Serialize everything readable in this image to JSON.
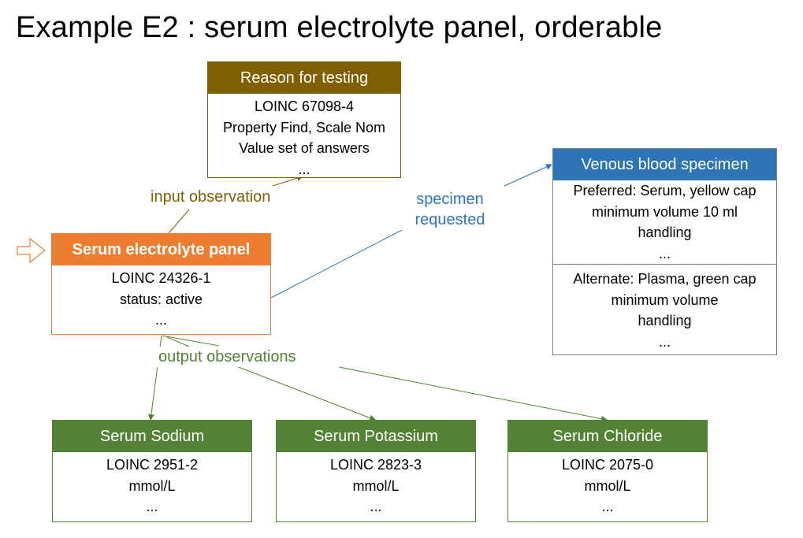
{
  "title": "Example E2 : serum electrolyte panel, orderable",
  "colors": {
    "reason": "#7f6000",
    "panel": "#ed7d31",
    "specimen": "#2e75b6",
    "output": "#548235",
    "box_border_gray": "#7f7f7f"
  },
  "reason_box": {
    "header": "Reason for testing",
    "lines": [
      "LOINC 67098-4",
      "Property Find, Scale Nom",
      "Value set of answers",
      "..."
    ]
  },
  "panel_box": {
    "header": "Serum electrolyte panel",
    "lines": [
      "LOINC 24326-1",
      "status: active",
      "..."
    ]
  },
  "specimen_box": {
    "header": "Venous blood specimen",
    "preferred": [
      "Preferred: Serum, yellow cap",
      "minimum volume 10 ml",
      "handling",
      "..."
    ],
    "alternate": [
      "Alternate: Plasma, green cap",
      "minimum volume",
      "handling",
      "..."
    ]
  },
  "outputs": [
    {
      "header": "Serum Sodium",
      "lines": [
        "LOINC 2951-2",
        "mmol/L",
        "..."
      ]
    },
    {
      "header": "Serum Potassium",
      "lines": [
        "LOINC 2823-3",
        "mmol/L",
        "..."
      ]
    },
    {
      "header": "Serum Chloride",
      "lines": [
        "LOINC 2075-0",
        "mmol/L",
        "..."
      ]
    }
  ],
  "labels": {
    "input": "input observation",
    "specimen": [
      "specimen",
      "requested"
    ],
    "output": "output observations"
  }
}
